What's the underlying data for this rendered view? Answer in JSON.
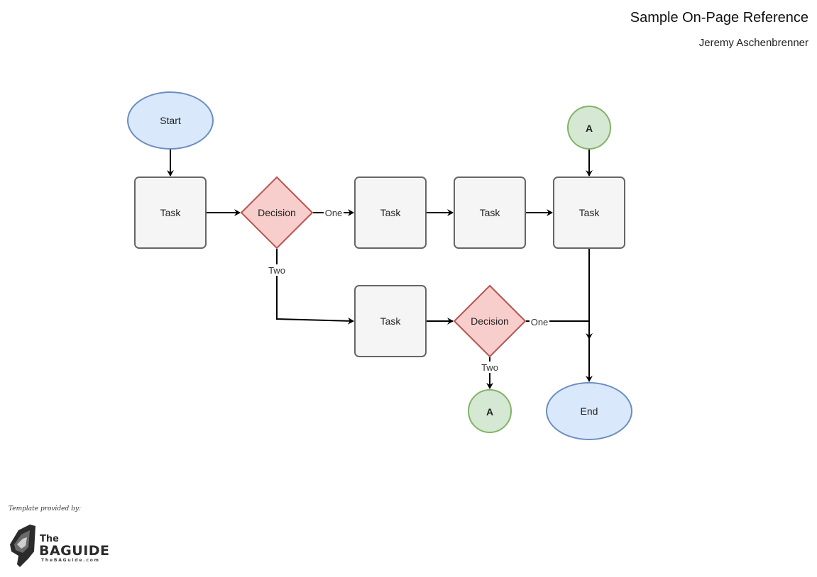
{
  "header": {
    "title": "Sample On-Page Reference",
    "author": "Jeremy Aschenbrenner"
  },
  "nodes": {
    "start": "Start",
    "task1": "Task",
    "decision1": "Decision",
    "task2": "Task",
    "task3": "Task",
    "task4": "Task",
    "ref_top": "A",
    "task5": "Task",
    "decision2": "Decision",
    "ref_bottom": "A",
    "end": "End"
  },
  "connectors": {
    "d1_one": "One",
    "d1_two": "Two",
    "d2_one": "One",
    "d2_two": "Two"
  },
  "footer": {
    "credit": "Template provided by:",
    "logo_the": "The",
    "logo_name": "BAGUIDE",
    "logo_url": "TheBAGuide.com"
  },
  "colors": {
    "terminator_fill": "#dae8fc",
    "terminator_stroke": "#6c8ebf",
    "task_fill": "#f5f5f5",
    "task_stroke": "#666666",
    "decision_fill": "#f8cecc",
    "decision_stroke": "#b85450",
    "reference_fill": "#d5e8d4",
    "reference_stroke": "#82b366"
  }
}
